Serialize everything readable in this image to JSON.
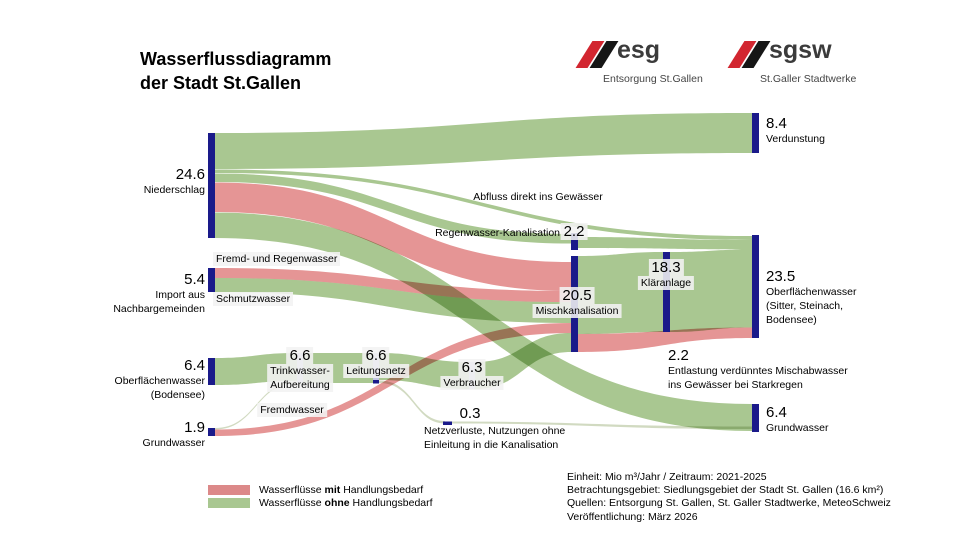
{
  "title": {
    "line1": "Wasserflussdiagramm",
    "line2": "der Stadt St.Gallen"
  },
  "logos": {
    "esg": {
      "name": "esg",
      "subtitle": "Entsorgung St.Gallen"
    },
    "sgsw": {
      "name": "sgsw",
      "subtitle": "St.Galler Stadtwerke"
    }
  },
  "labels": {
    "niederschlag": {
      "value": "24.6",
      "name": "Niederschlag"
    },
    "import": {
      "value": "5.4",
      "line1": "Import aus",
      "line2": "Nachbargemeinden"
    },
    "oberflaechenwasser_links": {
      "value": "6.4",
      "line1": "Oberflächenwasser",
      "line2": "(Bodensee)"
    },
    "grundwasser_links": {
      "value": "1.9",
      "name": "Grundwasser"
    },
    "trinkwasser": {
      "value": "6.6",
      "line1": "Trinkwasser-",
      "line2": "Aufbereitung"
    },
    "leitungsnetz": {
      "value": "6.6",
      "name": "Leitungsnetz"
    },
    "verbraucher": {
      "value": "6.3",
      "name": "Verbraucher"
    },
    "netzverluste": {
      "value": "0.3",
      "line1": "Netzverluste, Nutzungen ohne",
      "line2": "Einleitung in die Kanalisation"
    },
    "mischkanalisation": {
      "value": "20.5",
      "name": "Mischkanalisation"
    },
    "regenwasser_kanalisation": {
      "value": "2.2",
      "name": "Regenwasser-Kanalisation"
    },
    "klaeranlage": {
      "value": "18.3",
      "name": "Kläranlage"
    },
    "verdunstung": {
      "value": "8.4",
      "name": "Verdunstung"
    },
    "oberflaechenwasser_rechts": {
      "value": "23.5",
      "line1": "Oberflächenwasser",
      "line2": "(Sitter, Steinach,",
      "line3": "Bodensee)"
    },
    "entlastung": {
      "value": "2.2",
      "line1": "Entlastung verdünntes Mischabwasser",
      "line2": "ins Gewässer bei Starkregen"
    },
    "grundwasser_rechts": {
      "value": "6.4",
      "name": "Grundwasser"
    },
    "fremd_und_regenwasser": "Fremd- und Regenwasser",
    "schmutzwasser": "Schmutzwasser",
    "fremdwasser": "Fremdwasser",
    "abfluss_direkt": "Abfluss direkt ins Gewässer"
  },
  "legend": {
    "with": {
      "prefix": "Wasserflüsse ",
      "emph": "mit",
      "suffix": " Handlungsbedarf"
    },
    "without": {
      "prefix": "Wasserflüsse ",
      "emph": "ohne",
      "suffix": " Handlungsbedarf"
    }
  },
  "footer": {
    "line1": "Einheit: Mio m³/Jahr / Zeitraum: 2021-2025",
    "line2": "Betrachtungsgebiet: Siedlungsgebiet der Stadt St. Gallen (16.6 km²)",
    "line3": "Quellen: Entsorgung St. Gallen, St. Galler Stadtwerke, MeteoSchweiz",
    "line4": "Veröffentlichung: März 2026"
  },
  "colors": {
    "flow_with_action": "#e59595",
    "flow_without_action": "#a9c791",
    "node": "#1a1a8a",
    "node_intermediate": "#b3b7dc",
    "logo_red": "#d22630",
    "logo_black": "#161616"
  },
  "chart_data": {
    "type": "sankey",
    "title": "Wasserflussdiagramm der Stadt St.Gallen",
    "unit": "Mio m³/Jahr",
    "period": "2021-2025",
    "legend": [
      "Wasserflüsse mit Handlungsbedarf",
      "Wasserflüsse ohne Handlungsbedarf"
    ],
    "nodes": [
      {
        "id": "niederschlag",
        "label": "Niederschlag",
        "value": 24.6
      },
      {
        "id": "import_nachbargemeinden",
        "label": "Import aus Nachbargemeinden",
        "value": 5.4
      },
      {
        "id": "oberflaechenwasser_bodensee",
        "label": "Oberflächenwasser (Bodensee)",
        "value": 6.4
      },
      {
        "id": "grundwasser_quelle",
        "label": "Grundwasser",
        "value": 1.9
      },
      {
        "id": "trinkwasser_aufbereitung",
        "label": "Trinkwasser-Aufbereitung",
        "value": 6.6
      },
      {
        "id": "leitungsnetz",
        "label": "Leitungsnetz",
        "value": 6.6
      },
      {
        "id": "verbraucher",
        "label": "Verbraucher",
        "value": 6.3
      },
      {
        "id": "netzverluste",
        "label": "Netzverluste, Nutzungen ohne Einleitung in die Kanalisation",
        "value": 0.3
      },
      {
        "id": "regenwasser_kanalisation",
        "label": "Regenwasser-Kanalisation",
        "value": 2.2
      },
      {
        "id": "mischkanalisation",
        "label": "Mischkanalisation",
        "value": 20.5
      },
      {
        "id": "klaeranlage",
        "label": "Kläranlage",
        "value": 18.3
      },
      {
        "id": "verdunstung",
        "label": "Verdunstung",
        "value": 8.4
      },
      {
        "id": "oberflaechenwasser_sitter_steinach_bodensee",
        "label": "Oberflächenwasser (Sitter, Steinach, Bodensee)",
        "value": 23.5
      },
      {
        "id": "grundwasser_senke",
        "label": "Grundwasser",
        "value": 6.4
      }
    ],
    "links": [
      {
        "source": "niederschlag",
        "target": "verdunstung",
        "value": 8.4,
        "category": "ohne"
      },
      {
        "source": "niederschlag",
        "target": "oberflaechenwasser_sitter_steinach_bodensee",
        "value": 0.6,
        "category": "ohne",
        "label": "Abfluss direkt ins Gewässer",
        "estimated": true
      },
      {
        "source": "niederschlag",
        "target": "regenwasser_kanalisation",
        "value": 2.2,
        "category": "ohne"
      },
      {
        "source": "niederschlag",
        "target": "mischkanalisation",
        "value": 7.0,
        "category": "mit",
        "estimated": true
      },
      {
        "source": "niederschlag",
        "target": "grundwasser_senke",
        "value": 6.4,
        "category": "ohne",
        "estimated": true
      },
      {
        "source": "import_nachbargemeinden",
        "target": "mischkanalisation",
        "value": 2.3,
        "category": "mit",
        "label": "Fremd- und Regenwasser",
        "estimated": true
      },
      {
        "source": "import_nachbargemeinden",
        "target": "mischkanalisation",
        "value": 3.1,
        "category": "ohne",
        "label": "Schmutzwasser",
        "estimated": true
      },
      {
        "source": "oberflaechenwasser_bodensee",
        "target": "trinkwasser_aufbereitung",
        "value": 6.4,
        "category": "ohne"
      },
      {
        "source": "grundwasser_quelle",
        "target": "trinkwasser_aufbereitung",
        "value": 0.2,
        "category": "ohne",
        "estimated": true
      },
      {
        "source": "grundwasser_quelle",
        "target": "mischkanalisation",
        "value": 1.7,
        "category": "mit",
        "label": "Fremdwasser",
        "estimated": true
      },
      {
        "source": "trinkwasser_aufbereitung",
        "target": "leitungsnetz",
        "value": 6.6,
        "category": "ohne"
      },
      {
        "source": "leitungsnetz",
        "target": "verbraucher",
        "value": 6.3,
        "category": "ohne"
      },
      {
        "source": "leitungsnetz",
        "target": "netzverluste",
        "value": 0.3,
        "category": "ohne"
      },
      {
        "source": "verbraucher",
        "target": "mischkanalisation",
        "value": 6.3,
        "category": "ohne",
        "estimated": true
      },
      {
        "source": "regenwasser_kanalisation",
        "target": "oberflaechenwasser_sitter_steinach_bodensee",
        "value": 2.2,
        "category": "ohne"
      },
      {
        "source": "mischkanalisation",
        "target": "klaeranlage",
        "value": 18.3,
        "category": "ohne"
      },
      {
        "source": "mischkanalisation",
        "target": "oberflaechenwasser_sitter_steinach_bodensee",
        "value": 2.2,
        "category": "mit",
        "label": "Entlastung verdünntes Mischabwasser ins Gewässer bei Starkregen"
      },
      {
        "source": "klaeranlage",
        "target": "oberflaechenwasser_sitter_steinach_bodensee",
        "value": 18.3,
        "category": "ohne"
      }
    ]
  }
}
